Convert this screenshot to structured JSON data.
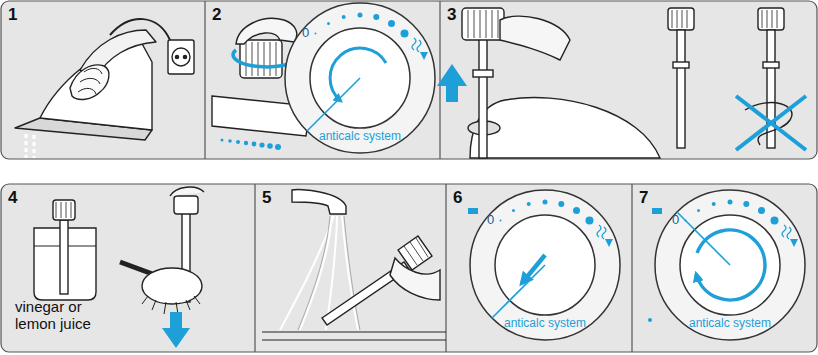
{
  "diagram": {
    "nodes": [
      {
        "text": [
          "1"
        ]
      },
      {
        "text": [
          "2",
          "0",
          "anticalc system"
        ]
      },
      {
        "text": [
          "3"
        ]
      },
      {
        "text": [
          "4",
          "vinegar or lemon juice"
        ]
      },
      {
        "text": [
          "5"
        ]
      },
      {
        "text": [
          "6",
          "0",
          "anticalc system"
        ]
      },
      {
        "text": [
          "7",
          "0",
          "anticalc system"
        ]
      }
    ]
  }
}
